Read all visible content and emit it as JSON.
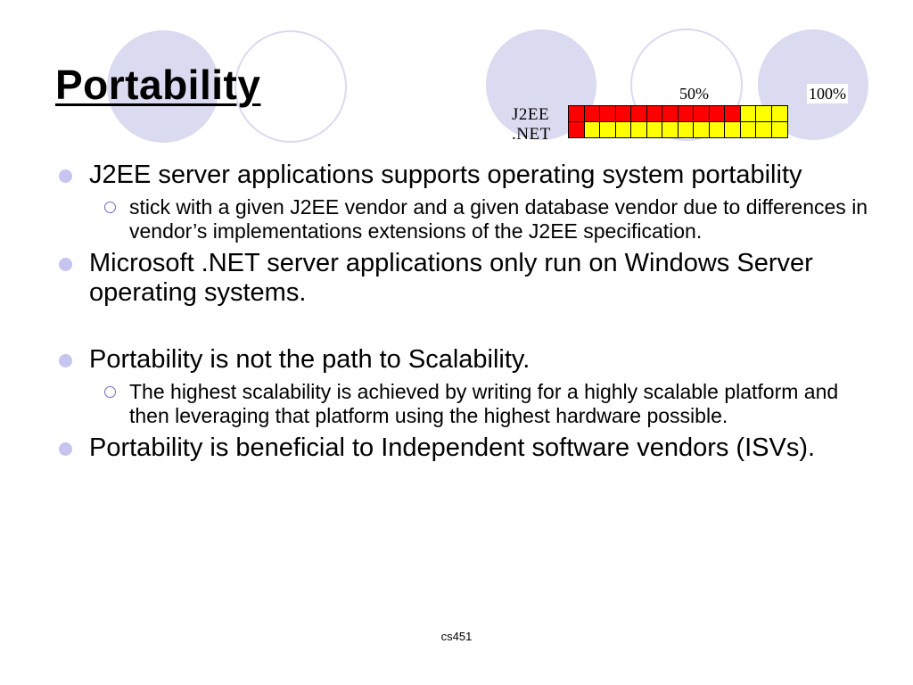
{
  "slide": {
    "title": "Portability",
    "footer": "cs451"
  },
  "chart": {
    "label_50": "50%",
    "label_100": "100%",
    "rows": [
      {
        "label": "J2EE",
        "red_cells": 11,
        "yellow_cells": 3
      },
      {
        "label": ".NET",
        "red_cells": 1,
        "yellow_cells": 13
      }
    ],
    "colors": {
      "red": "#ff0000",
      "yellow": "#ffff00"
    }
  },
  "bullets": [
    {
      "text": "J2EE server applications supports operating system portability",
      "sub": [
        "stick with a given J2EE vendor and a given database vendor due to differences in vendor’s implementations extensions of the J2EE specification."
      ]
    },
    {
      "text": "Microsoft .NET server applications only run on Windows Server operating systems.",
      "sub": []
    },
    {
      "text": "Portability is not the path to Scalability.",
      "sub": [
        "The highest scalability is achieved by writing for a highly scalable platform and then leveraging that platform using the highest hardware possible."
      ]
    },
    {
      "text": "Portability is beneficial to Independent software vendors (ISVs).",
      "sub": []
    }
  ],
  "theme": {
    "circle_fill": "#dadaf0",
    "circle_stroke": "#dadaf0",
    "bullet_color": "#c5c5ef"
  }
}
